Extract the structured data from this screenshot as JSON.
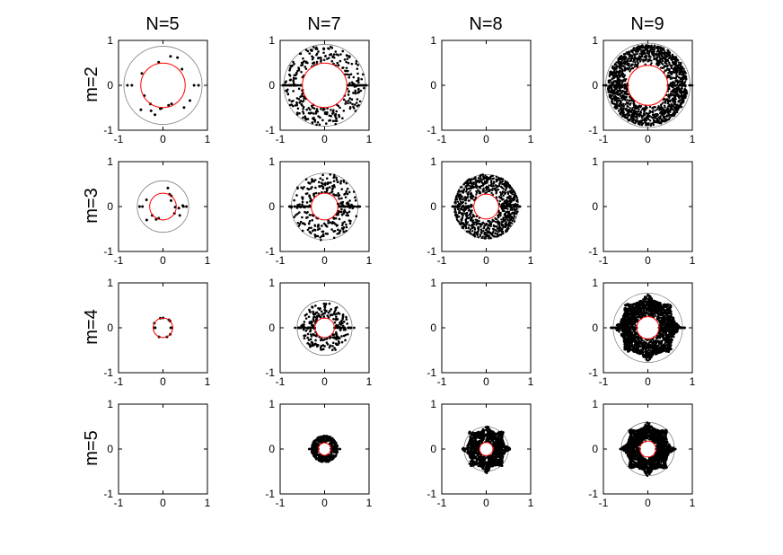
{
  "figure": {
    "column_titles": [
      "N=5",
      "N=7",
      "N=8",
      "N=9"
    ],
    "row_titles": [
      "m=2",
      "m=3",
      "m=4",
      "m=5"
    ]
  },
  "chart_data": {
    "type": "scatter",
    "grid": false,
    "xlim": [
      -1,
      1
    ],
    "ylim": [
      -1,
      1
    ],
    "xticks": [
      "-1",
      "0",
      "1"
    ],
    "yticks": [
      "1",
      "0",
      "-1"
    ],
    "colors": {
      "points": "#000000",
      "circle": "#ff0000",
      "outer_circle": "#808080",
      "axes": "#000000"
    },
    "panels": [
      {
        "N": 5,
        "m": 2,
        "empty": false,
        "outer_r": 0.88,
        "circle_r": 0.5,
        "style": "sparse",
        "count": 16
      },
      {
        "N": 7,
        "m": 2,
        "empty": false,
        "outer_r": 0.92,
        "circle_r": 0.5,
        "style": "ring",
        "count": 300,
        "band": [
          0.5,
          0.9
        ]
      },
      {
        "N": 8,
        "m": 2,
        "empty": true
      },
      {
        "N": 9,
        "m": 2,
        "empty": false,
        "outer_r": 0.95,
        "circle_r": 0.45,
        "style": "dense",
        "count": 1600,
        "band": [
          0.45,
          0.9
        ]
      },
      {
        "N": 5,
        "m": 3,
        "empty": false,
        "outer_r": 0.58,
        "circle_r": 0.3,
        "style": "sparse",
        "count": 14
      },
      {
        "N": 7,
        "m": 3,
        "empty": false,
        "outer_r": 0.75,
        "circle_r": 0.3,
        "style": "ring",
        "count": 260,
        "band": [
          0.3,
          0.75
        ]
      },
      {
        "N": 8,
        "m": 3,
        "empty": false,
        "outer_r": 0.72,
        "circle_r": 0.28,
        "style": "dense",
        "count": 900,
        "band": [
          0.28,
          0.72
        ]
      },
      {
        "N": 9,
        "m": 3,
        "empty": true
      },
      {
        "N": 5,
        "m": 4,
        "empty": false,
        "outer_r": 0.22,
        "circle_r": 0.22,
        "style": "tiny",
        "count": 8
      },
      {
        "N": 7,
        "m": 4,
        "empty": false,
        "outer_r": 0.62,
        "circle_r": 0.22,
        "style": "ring",
        "count": 220,
        "band": [
          0.22,
          0.55
        ]
      },
      {
        "N": 8,
        "m": 4,
        "empty": true
      },
      {
        "N": 9,
        "m": 4,
        "empty": false,
        "outer_r": 0.78,
        "circle_r": 0.25,
        "style": "star",
        "count": 2000,
        "band": [
          0.25,
          0.62
        ]
      },
      {
        "N": 5,
        "m": 5,
        "empty": true
      },
      {
        "N": 7,
        "m": 5,
        "empty": false,
        "outer_r": 0.3,
        "circle_r": 0.14,
        "style": "dense",
        "count": 500,
        "band": [
          0.14,
          0.3
        ]
      },
      {
        "N": 8,
        "m": 5,
        "empty": false,
        "outer_r": 0.5,
        "circle_r": 0.15,
        "style": "star",
        "count": 1200,
        "band": [
          0.15,
          0.42
        ]
      },
      {
        "N": 9,
        "m": 5,
        "empty": false,
        "outer_r": 0.6,
        "circle_r": 0.18,
        "style": "star",
        "count": 1800,
        "band": [
          0.18,
          0.48
        ]
      }
    ]
  }
}
